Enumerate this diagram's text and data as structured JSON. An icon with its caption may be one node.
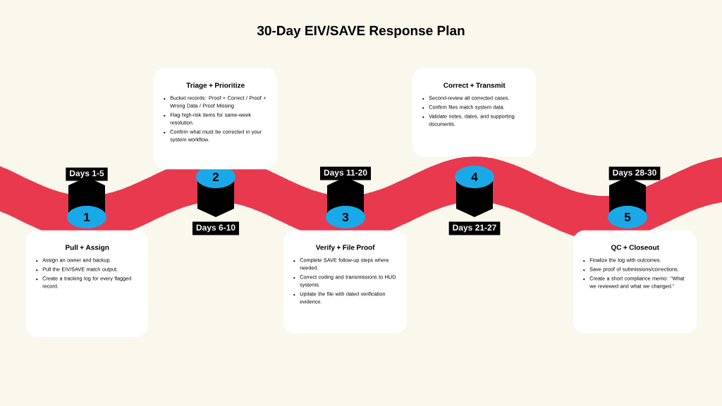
{
  "diagram": {
    "title": "30-Day EIV/SAVE Response Plan",
    "nodes": [
      {
        "text": [
          "1"
        ]
      },
      {
        "text": [
          "Pull + Assign",
          "Assign an owner and backup.",
          "Pull the EIV/SAVE match output.",
          "Create a tracking log for every flagged record."
        ]
      },
      {
        "text": [
          "2"
        ]
      },
      {
        "text": [
          "Triage + Prioritize",
          "Bucket records: Proof + Correct / Proof + Wrong Data / Proof Missing",
          "Flag high-risk items for same-week resolution.",
          "Confirm what must be corrected in your system workflow."
        ]
      },
      {
        "text": [
          "3"
        ]
      },
      {
        "text": [
          "Verify + File Proof",
          "Complete SAVE follow-up steps where needed.",
          "Correct coding and transmissions to HUD systems.",
          "Update the file with dated verification evidence."
        ]
      },
      {
        "text": [
          "4"
        ]
      },
      {
        "text": [
          "Correct + Transmit",
          "Second-review all corrected cases.",
          "Confirm files match system data.",
          "Validate notes, dates, and supporting documents."
        ]
      },
      {
        "text": [
          "5"
        ]
      },
      {
        "text": [
          "QC + Closeout",
          "Finalize the log with outcomes.",
          "Save proof of submissions/corrections.",
          "Create a short compliance memo: \"What we reviewed and what we changed.\""
        ]
      }
    ],
    "labels": [
      "Days 1-5",
      "Days 6-10",
      "Days 11-20",
      "Days 21-27",
      "Days 28-30"
    ]
  }
}
